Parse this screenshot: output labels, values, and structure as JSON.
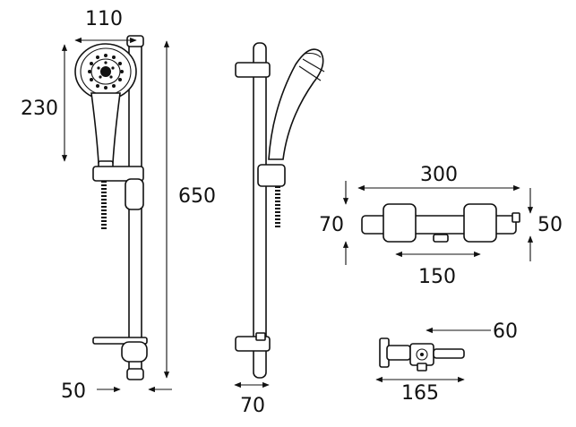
{
  "dimensions": {
    "head_width": "110",
    "head_height": "230",
    "rail_length": "650",
    "rail_offset": "50",
    "bracket_depth": "70",
    "valve_width": "300",
    "valve_height_left": "70",
    "valve_height_right": "50",
    "valve_centres": "150",
    "valve_depth": "60",
    "valve_projection": "165"
  }
}
